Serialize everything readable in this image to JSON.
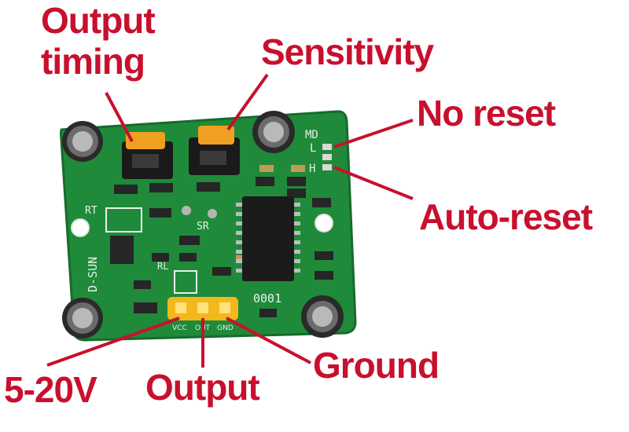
{
  "labels": {
    "output_timing_line1": "Output",
    "output_timing_line2": "timing",
    "sensitivity": "Sensitivity",
    "no_reset": "No reset",
    "auto_reset": "Auto-reset",
    "voltage": "5-20V",
    "output": "Output",
    "ground": "Ground"
  },
  "silkscreen": {
    "md": "MD",
    "l": "L",
    "h": "H",
    "rt": "RT",
    "sr": "SR",
    "rl": "RL",
    "brand": "D-SUN",
    "board_id": "0001",
    "pin_vcc": "VCC",
    "pin_out": "OUT",
    "pin_gnd": "GND"
  },
  "colors": {
    "label_red": "#c8102e",
    "pcb_green": "#1f8a3a",
    "header_yellow": "#f2b81c",
    "pot_orange": "#f0a020"
  }
}
